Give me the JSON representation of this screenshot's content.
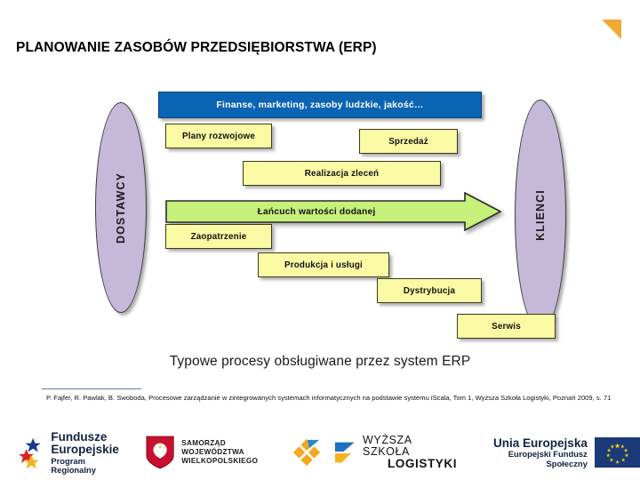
{
  "slide": {
    "title": "PLANOWANIE ZASOBÓW PRZEDSIĘBIORSTWA (ERP)",
    "caption": "Typowe procesy obsługiwane przez system ERP",
    "footnote": "P. Fajfer, R. Pawlak, B. Swoboda, Procesowe zarządzanie w zintegrowanych systemach informatycznych na podstawie systemu iScala, Tom 1, Wyższa Szkoła Logistyki, Poznań 2009, s. 71"
  },
  "diagram": {
    "suppliers_label": "DOSTAWCY",
    "clients_label": "KLIENCI",
    "header_bar": "Finanse, marketing, zasoby ludzkie, jakość…",
    "value_chain_arrow": "Łańcuch wartości dodanej",
    "processes": [
      {
        "id": "plany",
        "label": "Plany rozwojowe"
      },
      {
        "id": "sprzedaz",
        "label": "Sprzedaż"
      },
      {
        "id": "realizacja",
        "label": "Realizacja zleceń"
      },
      {
        "id": "zaopatrzenie",
        "label": "Zaopatrzenie"
      },
      {
        "id": "produkcja",
        "label": "Produkcja i usługi"
      },
      {
        "id": "dystrybucja",
        "label": "Dystrybucja"
      },
      {
        "id": "serwis",
        "label": "Serwis"
      }
    ],
    "colors": {
      "header_bar": "#0a64b4",
      "process_box": "#faf9a4",
      "arrow": "#c6f07a",
      "ellipse": "#c5b9d9",
      "corner_triangle": "#f0a932"
    }
  },
  "footer": {
    "fundusze": {
      "line1": "Fundusze",
      "line2": "Europejskie",
      "line3": "Program Regionalny"
    },
    "samorzad": {
      "line1": "SAMORZĄD WOJEWÓDZTWA",
      "line2": "WIELKOPOLSKIEGO"
    },
    "wsl": {
      "line1": "WYŻSZA SZKOŁA",
      "line2": "LOGISTYKI"
    },
    "ue": {
      "line1": "Unia Europejska",
      "line2": "Europejski Fundusz Społeczny"
    }
  }
}
